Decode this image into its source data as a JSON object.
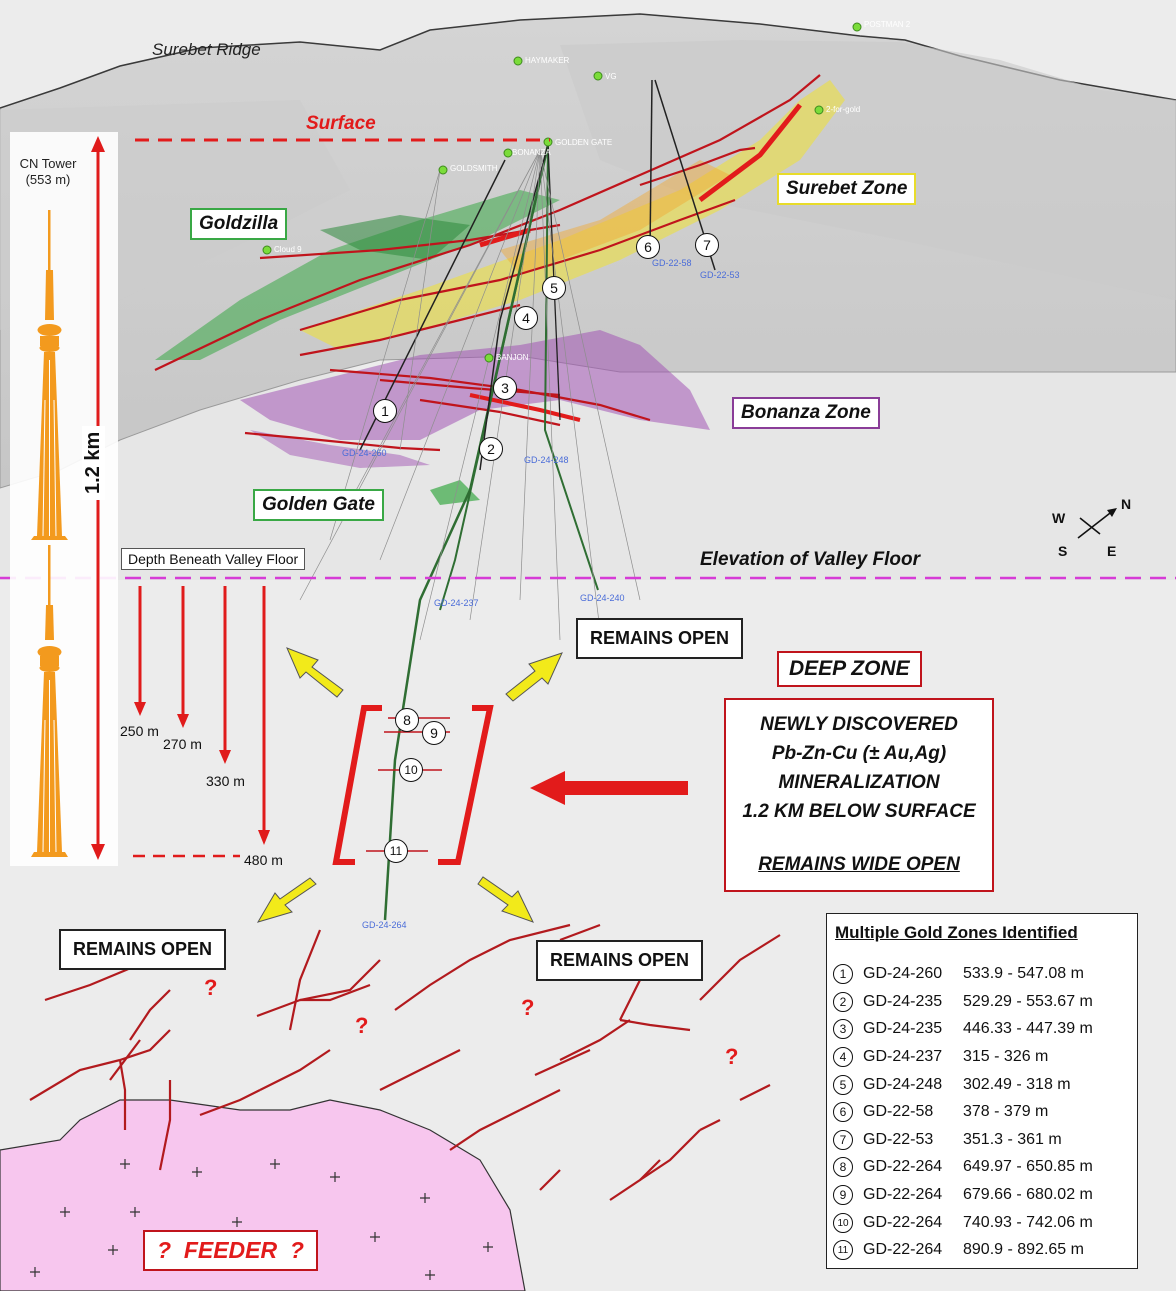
{
  "labels": {
    "ridge": "Surebet Ridge",
    "surface": "Surface",
    "cn_tower": "CN Tower (553 m)",
    "scale": "1.2 km",
    "valley_floor": "Elevation of Valley Floor",
    "depth_beneath": "Depth Beneath Valley Floor"
  },
  "zones": {
    "goldzilla": "Goldzilla",
    "surebet": "Surebet Zone",
    "bonanza": "Bonanza Zone",
    "golden_gate": "Golden Gate",
    "deep_zone": "DEEP ZONE"
  },
  "surface_points": [
    "POSTMAN 2",
    "HAYMAKER",
    "VG",
    "2-for-gold",
    "GOLDEN GATE",
    "BONANZA",
    "GOLDSMITH",
    "Cloud 9",
    "BANJON"
  ],
  "hole_labels": [
    "GD-24-260",
    "GD-24-248",
    "GD-24-237",
    "GD-24-240",
    "GD-24-264",
    "GD-22-53",
    "GD-22-58"
  ],
  "depths": [
    "250 m",
    "270 m",
    "330 m",
    "480 m"
  ],
  "remains_open": [
    "REMAINS OPEN",
    "REMAINS OPEN",
    "REMAINS OPEN",
    "REMAINS OPEN"
  ],
  "discovery": {
    "line1": "NEWLY DISCOVERED",
    "line2": "Pb-Zn-Cu (± Au,Ag)",
    "line3": "MINERALIZATION",
    "line4": "1.2 KM BELOW SURFACE",
    "line5": "REMAINS WIDE OPEN"
  },
  "feeder": "?  FEEDER  ?",
  "question": "?",
  "compass": {
    "n": "N",
    "s": "S",
    "e": "E",
    "w": "W"
  },
  "legend": {
    "title": "Multiple Gold Zones Identified",
    "rows": [
      {
        "num": "1",
        "hole": "GD-24-260",
        "interval": "533.9 - 547.08 m"
      },
      {
        "num": "2",
        "hole": "GD-24-235",
        "interval": "529.29 - 553.67 m"
      },
      {
        "num": "3",
        "hole": "GD-24-235",
        "interval": "446.33 - 447.39 m"
      },
      {
        "num": "4",
        "hole": "GD-24-237",
        "interval": "315 - 326 m"
      },
      {
        "num": "5",
        "hole": "GD-24-248",
        "interval": "302.49 - 318 m"
      },
      {
        "num": "6",
        "hole": "GD-22-58",
        "interval": "378 - 379 m"
      },
      {
        "num": "7",
        "hole": "GD-22-53",
        "interval": "351.3 - 361 m"
      },
      {
        "num": "8",
        "hole": "GD-22-264",
        "interval": "649.97 - 650.85 m"
      },
      {
        "num": "9",
        "hole": "GD-22-264",
        "interval": "679.66 - 680.02 m"
      },
      {
        "num": "10",
        "hole": "GD-22-264",
        "interval": "740.93 - 742.06 m"
      },
      {
        "num": "11",
        "hole": "GD-22-264",
        "interval": "890.9 - 892.65 m"
      }
    ]
  },
  "colors": {
    "vein_red": "#c0141c",
    "surface_red": "#e21b1b",
    "valley_magenta": "#d63cd6",
    "tower_orange": "#f39a1e",
    "goldzilla_green": "#39a845",
    "surebet_yellow": "#f0e232",
    "bonanza_purple": "#8a3d98",
    "feeder_pink": "#f7c6ee",
    "arrow_yellow": "#f2ea1a"
  }
}
